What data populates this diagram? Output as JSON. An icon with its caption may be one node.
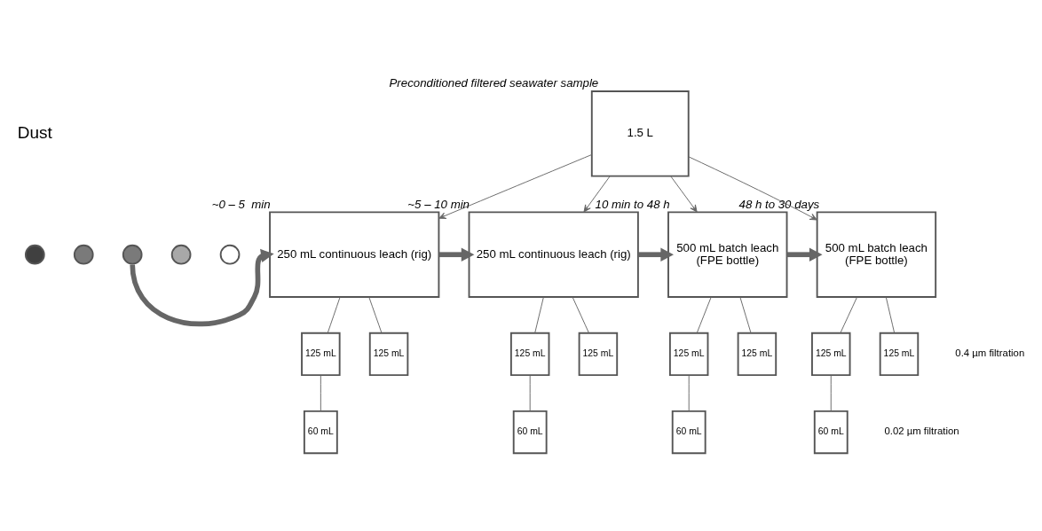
{
  "diagram": {
    "nodes": [
      {
        "text": [
          "1.5 L"
        ],
        "beside": [
          "Preconditioned filtered seawater sample"
        ]
      },
      {
        "text": [],
        "shape": "circle"
      },
      {
        "text": [],
        "shape": "circle"
      },
      {
        "text": [],
        "shape": "circle"
      },
      {
        "text": [],
        "shape": "circle"
      },
      {
        "text": [],
        "shape": "circle"
      },
      {
        "text": [
          "250 mL continuous leach (rig)"
        ],
        "beside": [
          "~0 – 5  min"
        ]
      },
      {
        "text": [
          "250 mL continuous leach (rig)"
        ],
        "beside": [
          "~5 – 10 min"
        ]
      },
      {
        "text": [
          "500 mL batch leach",
          "(FPE bottle)"
        ],
        "beside": [
          "10 min to 48 h"
        ]
      },
      {
        "text": [
          "500 mL batch leach",
          "(FPE bottle)"
        ],
        "beside": [
          "48 h to 30 days"
        ]
      },
      {
        "text": [
          "125 mL"
        ]
      },
      {
        "text": [
          "125 mL"
        ]
      },
      {
        "text": [
          "60 mL"
        ]
      },
      {
        "text": [
          "125 mL"
        ]
      },
      {
        "text": [
          "125 mL"
        ]
      },
      {
        "text": [
          "60 mL"
        ]
      },
      {
        "text": [
          "125 mL"
        ]
      },
      {
        "text": [
          "125 mL"
        ]
      },
      {
        "text": [
          "60 mL"
        ]
      },
      {
        "text": [
          "125 mL"
        ]
      },
      {
        "text": [
          "125 mL"
        ]
      },
      {
        "text": [
          "60 mL"
        ]
      }
    ],
    "edges": [
      {
        "from": 0,
        "to": 6,
        "arrow": "to"
      },
      {
        "from": 0,
        "to": 7,
        "arrow": "to"
      },
      {
        "from": 0,
        "to": 8,
        "arrow": "to"
      },
      {
        "from": 0,
        "to": 9,
        "arrow": "to"
      },
      {
        "from": 3,
        "to": 6,
        "arrow": "to",
        "style": "thick"
      },
      {
        "from": 6,
        "to": 7,
        "arrow": "to",
        "style": "thick"
      },
      {
        "from": 7,
        "to": 8,
        "arrow": "to",
        "style": "thick"
      },
      {
        "from": 8,
        "to": 9,
        "arrow": "to",
        "style": "thick"
      },
      {
        "from": 6,
        "to": 10,
        "arrow": "none"
      },
      {
        "from": 6,
        "to": 11,
        "arrow": "none"
      },
      {
        "from": 10,
        "to": 12,
        "arrow": "none"
      },
      {
        "from": 7,
        "to": 13,
        "arrow": "none"
      },
      {
        "from": 7,
        "to": 14,
        "arrow": "none"
      },
      {
        "from": 13,
        "to": 15,
        "arrow": "none"
      },
      {
        "from": 8,
        "to": 16,
        "arrow": "none"
      },
      {
        "from": 8,
        "to": 17,
        "arrow": "none"
      },
      {
        "from": 16,
        "to": 18,
        "arrow": "none"
      },
      {
        "from": 9,
        "to": 19,
        "arrow": "none"
      },
      {
        "from": 9,
        "to": 20,
        "arrow": "none"
      },
      {
        "from": 19,
        "to": 21,
        "arrow": "none"
      }
    ],
    "labels": [
      "Dust",
      "0.4 µm filtration",
      "0.02 µm filtration"
    ]
  }
}
